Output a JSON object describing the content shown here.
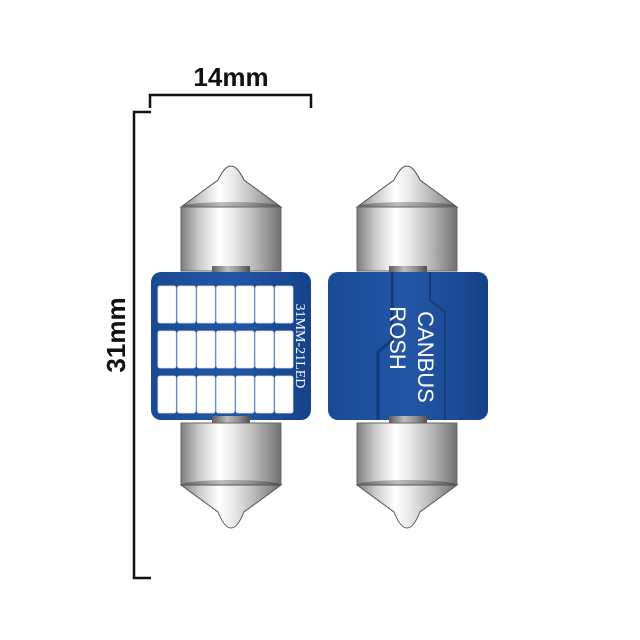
{
  "dimensions": {
    "width_label": "14mm",
    "length_label": "31mm"
  },
  "bulbs": {
    "front": {
      "pcb_label": "31MM-21LED",
      "led_rows": 3,
      "led_cols": 7
    },
    "back": {
      "brand_line1": "CANBUS",
      "brand_line2": "ROSH"
    }
  },
  "colors": {
    "pcb_blue": "#1d4f9a",
    "pcb_dark": "#143a78",
    "led_white": "#ffffff",
    "metal_light": "#f2f2f2",
    "metal_dark": "#8a8a8a",
    "dimension_line": "#111111"
  }
}
